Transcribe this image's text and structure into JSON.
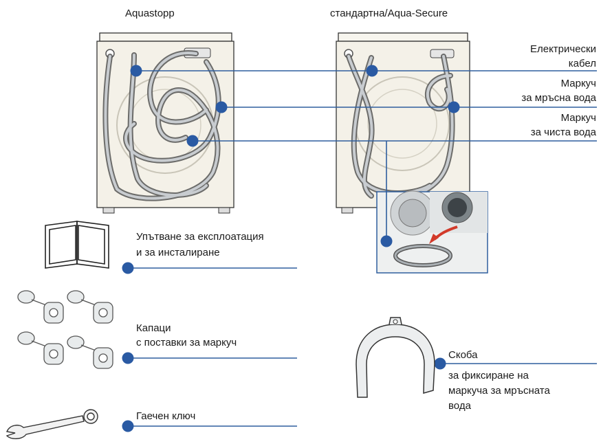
{
  "headers": {
    "aquastop": "Aquastopp",
    "standard": "стандартна/Aqua-Secure"
  },
  "callouts": {
    "cable_line1": "Електрически",
    "cable_line2": "кабел",
    "drain_line1": "Маркуч",
    "drain_line2": "за мръсна вода",
    "fresh_line1": "Маркуч",
    "fresh_line2": "за чиста вода"
  },
  "accessories": {
    "manual_line1": "Упътване за експлоатация",
    "manual_line2": "и за инсталиране",
    "caps_line1": "Капаци",
    "caps_line2": "с поставки за маркуч",
    "wrench": "Гаечен ключ",
    "bracket_line1": "Скоба",
    "bracket_line2": "за фиксиране на",
    "bracket_line3": "маркуча за мръсната",
    "bracket_line4": "вода"
  },
  "colors": {
    "line": "#2e5e9e",
    "dot": "#2a5aa3",
    "machine": "#f4f1e8",
    "hose": "#9aa0a6",
    "arrow": "#d23a2a"
  }
}
